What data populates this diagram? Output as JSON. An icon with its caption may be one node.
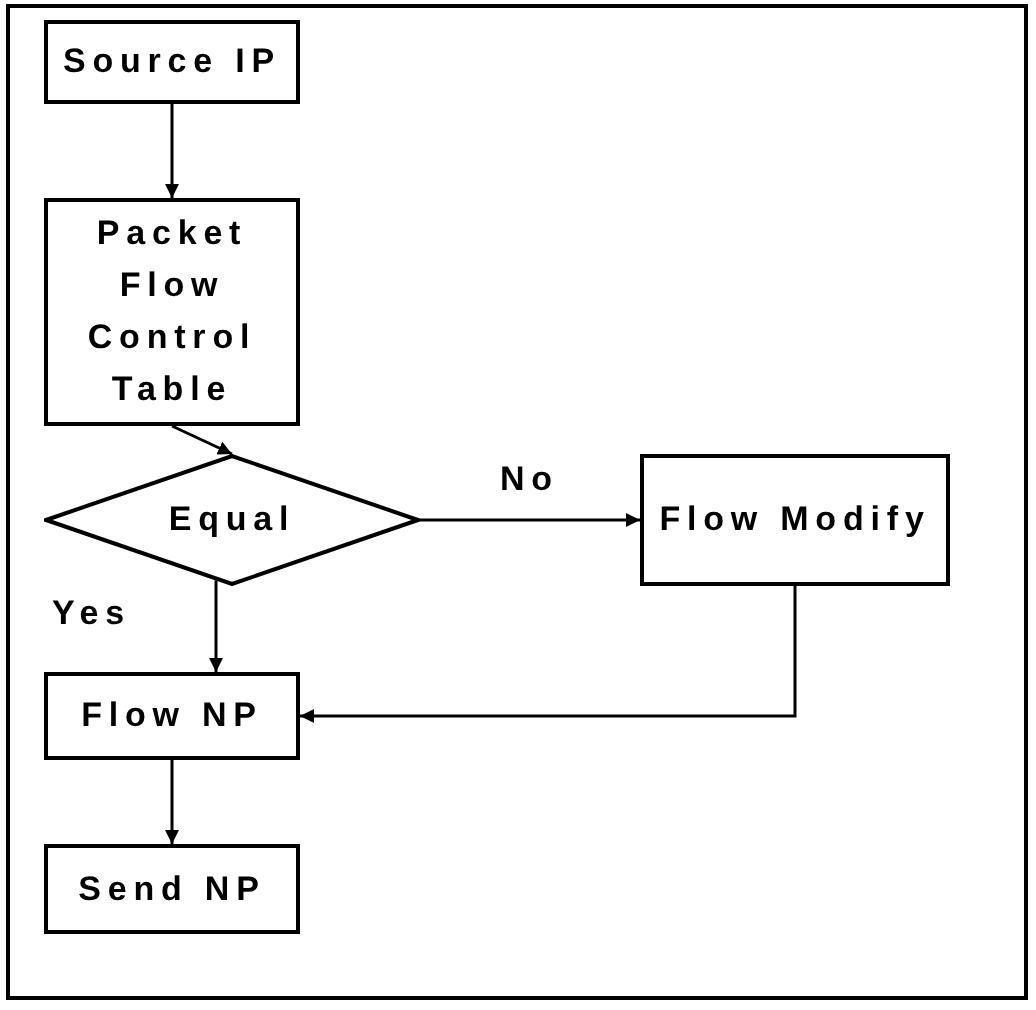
{
  "diagram": {
    "nodes": [
      {
        "text": [
          "Source IP"
        ]
      },
      {
        "text": [
          "Packet Flow Control Table"
        ]
      },
      {
        "text": [
          "Equal"
        ]
      },
      {
        "text": [
          "Flow Modify"
        ]
      },
      {
        "text": [
          "Flow NP"
        ]
      },
      {
        "text": [
          "Send NP"
        ]
      }
    ],
    "edges": [
      {
        "from": 0,
        "to": 1,
        "arrow": "to"
      },
      {
        "from": 1,
        "to": 2,
        "arrow": "to"
      },
      {
        "from": 2,
        "to": 3,
        "arrow": "to",
        "label": "No"
      },
      {
        "from": 2,
        "to": 4,
        "arrow": "to",
        "label": "Yes"
      },
      {
        "from": 3,
        "to": 4,
        "arrow": "to"
      },
      {
        "from": 4,
        "to": 5,
        "arrow": "to"
      }
    ]
  }
}
